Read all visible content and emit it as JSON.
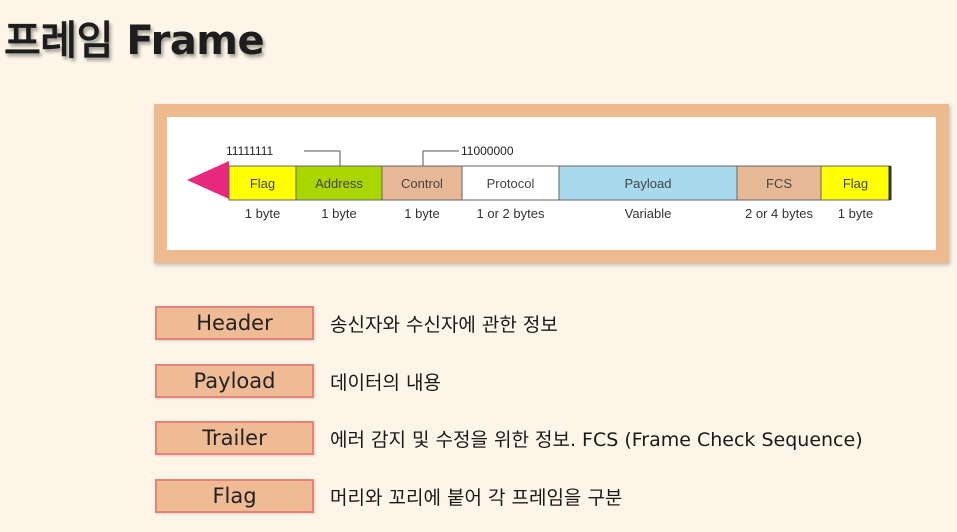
{
  "title": "프레임 Frame",
  "frame_diagram": {
    "top_bits": [
      "11111111",
      "11000000"
    ],
    "fields": [
      {
        "label": "Flag",
        "size": "1 byte",
        "color": "#ffff00"
      },
      {
        "label": "Address",
        "size": "1 byte",
        "color": "#a9d600"
      },
      {
        "label": "Control",
        "size": "1 byte",
        "color": "#e7b895"
      },
      {
        "label": "Protocol",
        "size": "1 or 2 bytes",
        "color": "#ffffff"
      },
      {
        "label": "Payload",
        "size": "Variable",
        "color": "#a8d9ec"
      },
      {
        "label": "FCS",
        "size": "2 or 4 bytes",
        "color": "#e7b895"
      },
      {
        "label": "Flag",
        "size": "1 byte",
        "color": "#ffff00"
      }
    ],
    "arrow_color": "#e6287f"
  },
  "legend": [
    {
      "term": "Header",
      "desc": "송신자와 수신자에 관한 정보"
    },
    {
      "term": "Payload",
      "desc": "데이터의 내용"
    },
    {
      "term": "Trailer",
      "desc": "에러 감지 및 수정을 위한 정보. FCS (Frame Check Sequence)"
    },
    {
      "term": "Flag",
      "desc": "머리와 꼬리에 붙어 각 프레임을 구분"
    }
  ]
}
